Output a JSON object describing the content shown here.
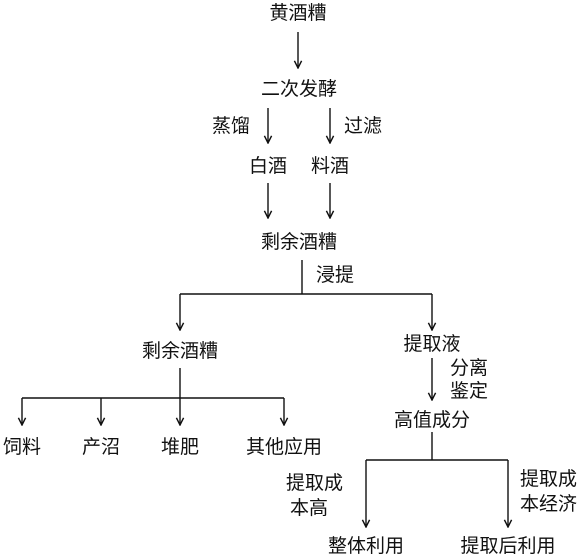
{
  "nodes": {
    "huang_jiuzao": "黄酒糟",
    "fajiao": "二次发酵",
    "baijiu": "白酒",
    "liaojiu": "料酒",
    "shengyu_1": "剩余酒糟",
    "shengyu_2": "剩余酒糟",
    "tiqu_ye": "提取液",
    "gaozhi": "高值成分",
    "siliao": "饲料",
    "chanzhao": "产沼",
    "duifei": "堆肥",
    "qita": "其他应用",
    "zhengti": "整体利用",
    "tiqu_hou": "提取后利用"
  },
  "labels": {
    "zhengliu": "蒸馏",
    "guolv": "过滤",
    "jinti": "浸提",
    "fenli": "分离",
    "jianding": "鉴定",
    "cost_high_1": "提取成",
    "cost_high_2": "本高",
    "cost_econ_1": "提取成",
    "cost_econ_2": "本经济"
  }
}
